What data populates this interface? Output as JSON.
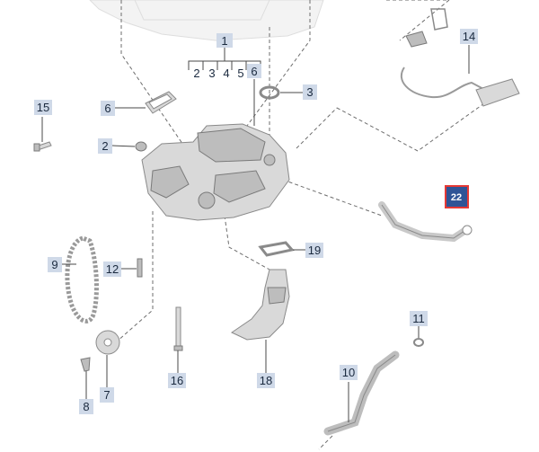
{
  "diagram": {
    "callouts": {
      "c1": "1",
      "c1_sub": [
        "2",
        "3",
        "4",
        "5",
        "6"
      ],
      "c2": "2",
      "c3": "3",
      "c6": "6",
      "c7": "7",
      "c8": "8",
      "c9": "9",
      "c10": "10",
      "c11": "11",
      "c12": "12",
      "c14": "14",
      "c15": "15",
      "c16": "16",
      "c18": "18",
      "c19": "19",
      "c22": "22"
    },
    "highlighted_part": "22",
    "colors": {
      "callout_bg": "#cfd9e8",
      "highlight_fill": "#2f5496",
      "highlight_border": "#e53935",
      "part_fill": "#d9d9d9"
    }
  }
}
